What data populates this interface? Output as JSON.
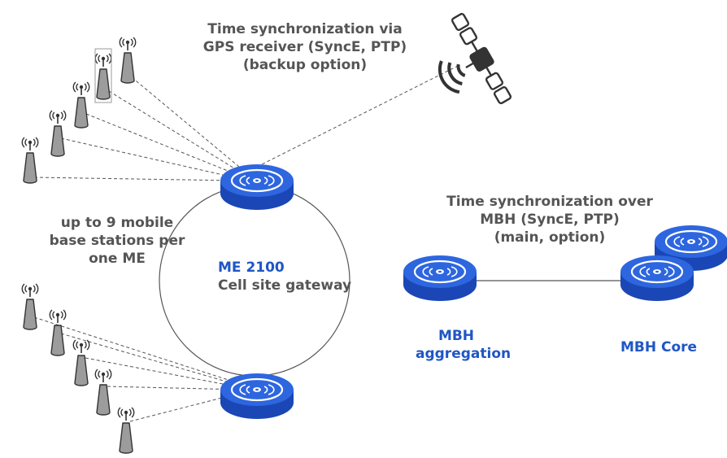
{
  "colors": {
    "device_blue": "#1d4fc4",
    "device_top": "#2f68e0",
    "label_blue": "#1f56c4",
    "label_gray": "#555555",
    "tower_fill": "#9b9b9b",
    "line_gray": "#666666"
  },
  "labels": {
    "gps": [
      "Time synchronization via",
      "GPS receiver (SyncE, PTP)",
      "(backup option)"
    ],
    "mbh_sync": [
      "Time synchronization over",
      "MBH (SyncE, PTP)",
      "(main, option)"
    ],
    "base_stations": [
      "up to 9 mobile",
      "base stations per",
      "one ME"
    ],
    "me_name": "ME 2100",
    "me_desc": "Cell site gateway",
    "aggregation": [
      "MBH",
      "aggregation"
    ],
    "core": "MBH Core"
  },
  "icons": {
    "device": "router-disc-icon",
    "tower": "cell-tower-icon",
    "satellite": "satellite-icon"
  }
}
